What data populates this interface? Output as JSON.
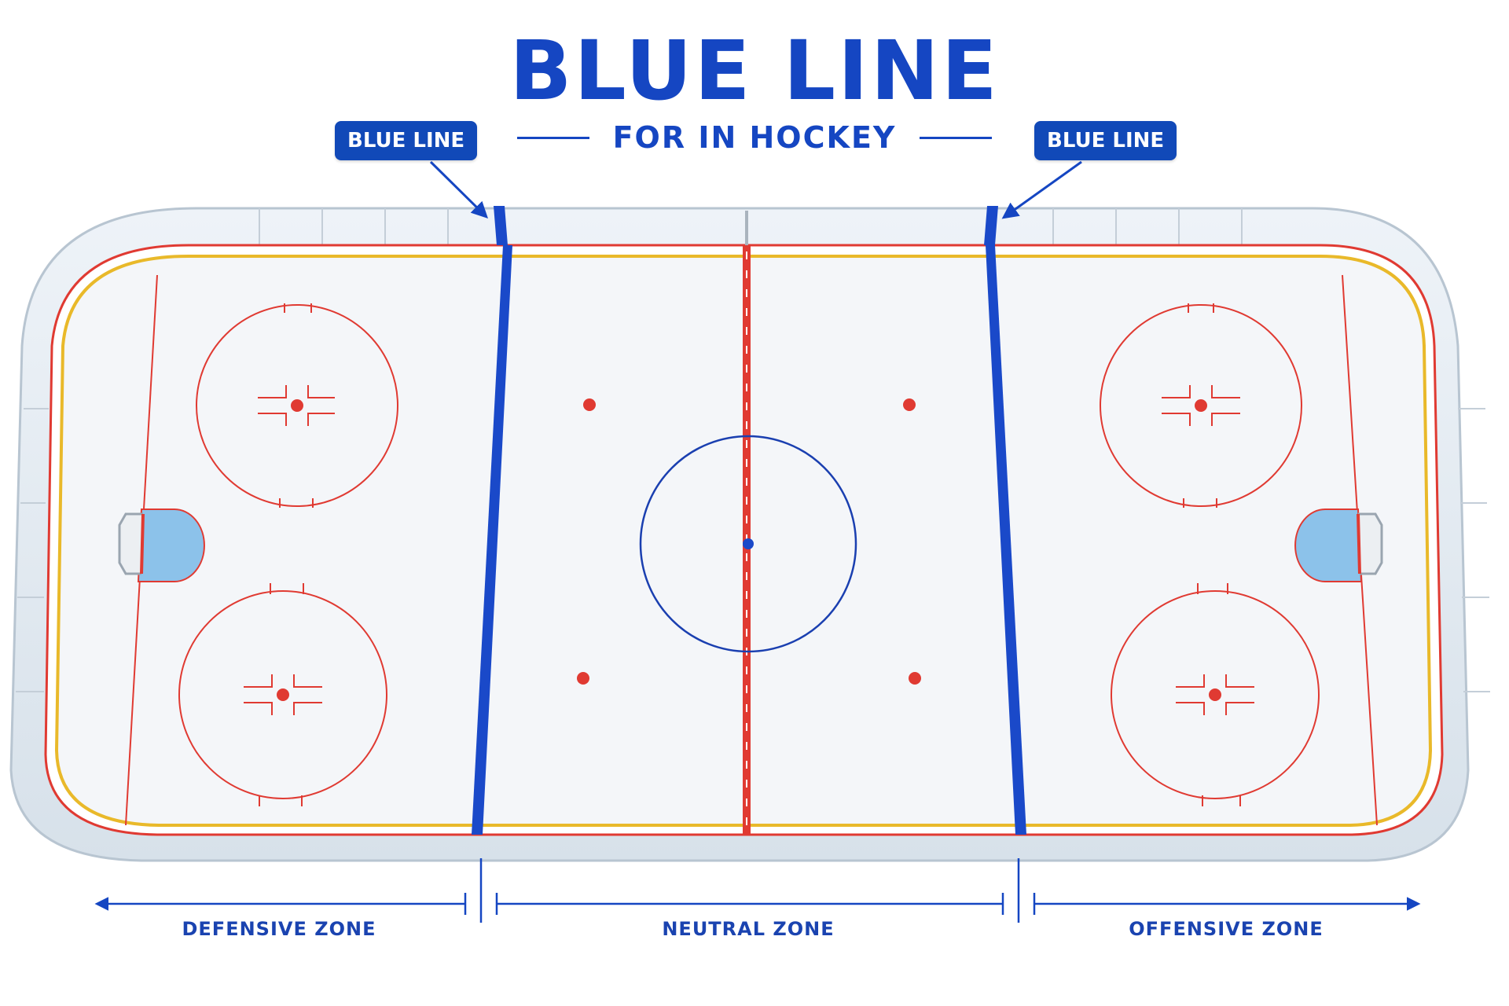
{
  "title": "BLUE LINE",
  "subtitle": "FOR IN HOCKEY",
  "callouts": {
    "left": "BLUE LINE",
    "right": "BLUE LINE"
  },
  "zones": {
    "defensive": "DEFENSIVE ZONE",
    "neutral": "NEUTRAL ZONE",
    "offensive": "OFFENSIVE ZONE"
  },
  "colors": {
    "blue_line": "#1a49c9",
    "red_line": "#e03a32",
    "ice": "#f4f6f9",
    "board_trim": "#e9b92a",
    "crease": "#8cc2ea",
    "text_blue": "#1546c2",
    "callout_bg": "#1149b8"
  }
}
